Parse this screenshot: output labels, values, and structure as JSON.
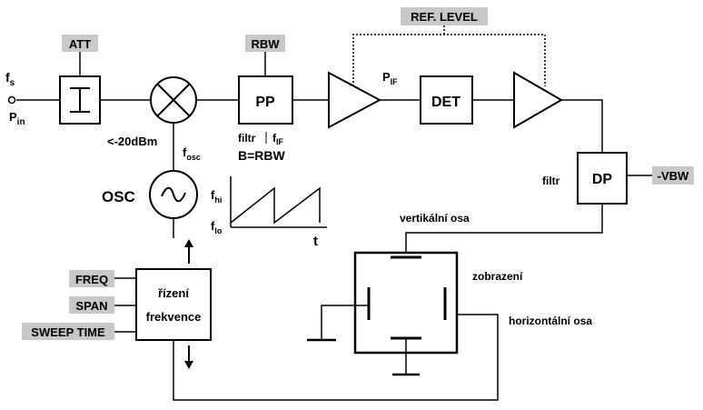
{
  "input": {
    "fs": "f",
    "fs_sub": "s",
    "pin": "P",
    "pin_sub": "in",
    "level": "<-20dBm"
  },
  "controls": {
    "att": "ATT",
    "rbw": "RBW",
    "ref_level": "REF. LEVEL",
    "vbw": "-VBW",
    "freq": "FREQ",
    "span": "SPAN",
    "sweep_time": "SWEEP TIME"
  },
  "blocks": {
    "pp": "PP",
    "det": "DET",
    "dp": "DP",
    "osc": "OSC",
    "rizeni_line1": "řízení",
    "rizeni_line2": "frekvence"
  },
  "labels": {
    "filtr_pp": "filtr",
    "fif": "f",
    "fif_sub": "IF",
    "b_rbw": "B=RBW",
    "pif": "P",
    "pif_sub": "IF",
    "fosc": "f",
    "fosc_sub": "osc",
    "filtr_dp": "filtr",
    "fhi": "f",
    "fhi_sub": "hi",
    "flo": "f",
    "flo_sub": "lo",
    "t": "t",
    "vertikalni": "vertikální osa",
    "zobrazeni": "zobrazení",
    "horizontalni": "horizontální osa"
  }
}
